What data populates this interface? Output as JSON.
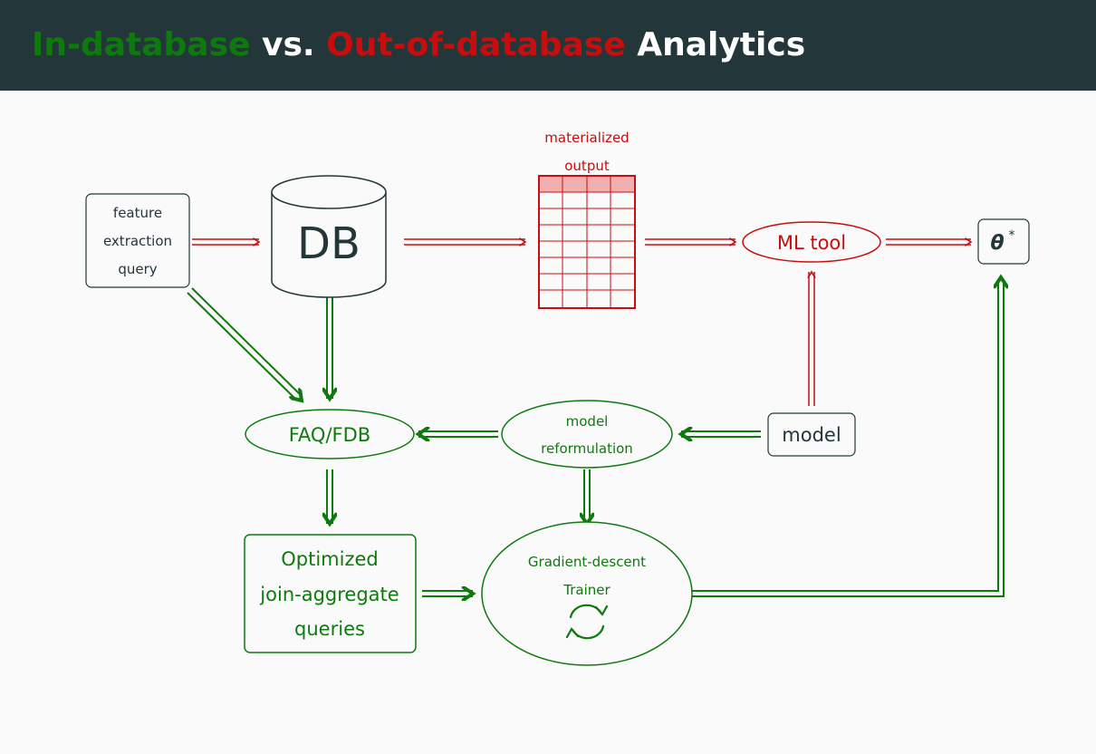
{
  "slide": {
    "title_in_db": "In-database",
    "title_vs": "vs.",
    "title_out_db": "Out-of-database",
    "title_analytics": "Analytics"
  },
  "diagram": {
    "nodes": {
      "feature_query": [
        "feature",
        "extraction",
        "query"
      ],
      "db": "DB",
      "materialized_output": [
        "materialized",
        "output"
      ],
      "ml_tool": "ML tool",
      "theta": "θ",
      "theta_sup": "*",
      "faq_fdb": "FAQ/FDB",
      "model_reformulation": [
        "model",
        "reformulation"
      ],
      "model": "model",
      "optimized_queries": [
        "Optimized",
        "join-aggregate",
        "queries"
      ],
      "gd_trainer": [
        "Gradient-descent",
        "Trainer"
      ]
    },
    "colors": {
      "header_bg": "#23373b",
      "in_database": "#0e7a0d",
      "out_of_database": "#c70e0e",
      "neutral": "#23373b",
      "background": "#fafafa"
    }
  }
}
